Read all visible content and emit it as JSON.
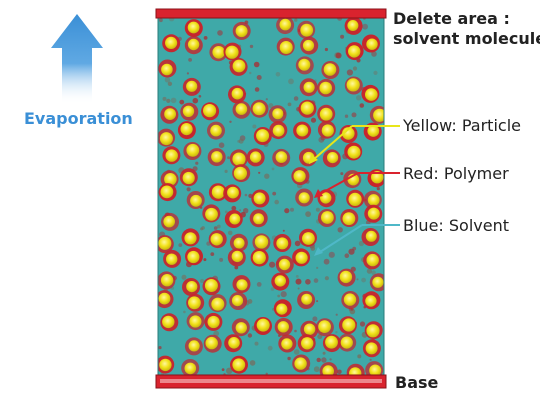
{
  "labels": {
    "delete_area_line1": "Delete area :",
    "delete_area_line2": "solvent molecule",
    "evaporation": "Evaporation",
    "yellow": "Yellow: Particle",
    "red": "Red: Polymer",
    "blue": "Blue: Solvent",
    "base": "Base"
  },
  "colors": {
    "solvent": "#3fa9a8",
    "particle_core": "#f2e21a",
    "polymer": "#c8242c",
    "delete_bar": "#d9232e",
    "base_bar": "#d9232e",
    "evaporation_arrow": "#3a8fd6",
    "yellow_pointer": "#e8e61a",
    "red_pointer": "#d9232e",
    "blue_pointer": "#4fb8c8"
  },
  "icons": {
    "evaporation_arrow": "up-arrow-icon"
  }
}
